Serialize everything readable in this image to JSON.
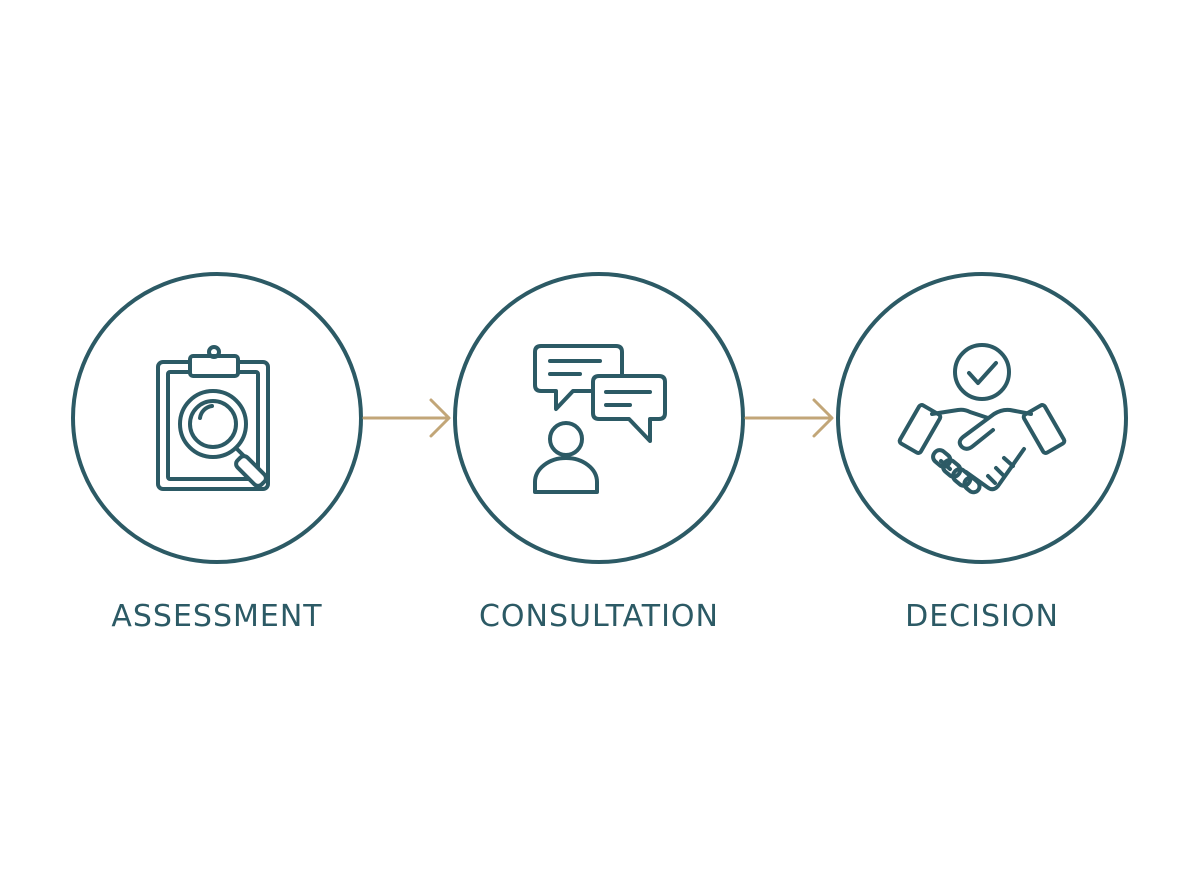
{
  "colors": {
    "primary": "#2c5a65",
    "arrow": "#c2a678",
    "background": "#ffffff"
  },
  "steps": [
    {
      "label": "ASSESSMENT",
      "icon": "clipboard-magnifier-icon"
    },
    {
      "label": "CONSULTATION",
      "icon": "person-chat-bubbles-icon"
    },
    {
      "label": "DECISION",
      "icon": "handshake-checkmark-icon"
    }
  ],
  "connectors": [
    {
      "from": "ASSESSMENT",
      "to": "CONSULTATION",
      "icon": "arrow-right-icon"
    },
    {
      "from": "CONSULTATION",
      "to": "DECISION",
      "icon": "arrow-right-icon"
    }
  ]
}
